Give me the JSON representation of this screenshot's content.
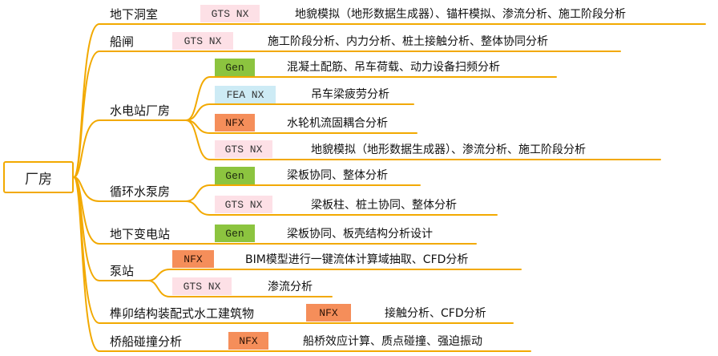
{
  "root": {
    "label": "厂房"
  },
  "colors": {
    "wire": "#f2a900",
    "gts": "#fde0e6",
    "gen": "#8cc43f",
    "fea": "#cdebf5",
    "nfx": "#f58e5a"
  },
  "branches": [
    {
      "label": "地下洞室",
      "items": [
        {
          "tag": "GTS NX",
          "text": "地貌模拟（地形数据生成器）、锚杆模拟、渗流分析、施工阶段分析"
        }
      ]
    },
    {
      "label": "船闸",
      "items": [
        {
          "tag": "GTS NX",
          "text": "施工阶段分析、内力分析、桩土接触分析、整体协同分析"
        }
      ]
    },
    {
      "label": "水电站厂房",
      "items": [
        {
          "tag": "Gen",
          "text": "混凝土配筋、吊车荷载、动力设备扫频分析"
        },
        {
          "tag": "FEA NX",
          "text": "吊车梁疲劳分析"
        },
        {
          "tag": "NFX",
          "text": "水轮机流固耦合分析"
        },
        {
          "tag": "GTS NX",
          "text": "地貌模拟（地形数据生成器）、渗流分析、施工阶段分析"
        }
      ]
    },
    {
      "label": "循环水泵房",
      "items": [
        {
          "tag": "Gen",
          "text": "梁板协同、整体分析"
        },
        {
          "tag": "GTS NX",
          "text": "梁板柱、桩土协同、整体分析"
        }
      ]
    },
    {
      "label": "地下变电站",
      "items": [
        {
          "tag": "Gen",
          "text": "梁板协同、板壳结构分析设计"
        }
      ]
    },
    {
      "label": "泵站",
      "items": [
        {
          "tag": "NFX",
          "text": "BIM模型进行一键流体计算域抽取、CFD分析"
        },
        {
          "tag": "GTS NX",
          "text": "渗流分析"
        }
      ]
    },
    {
      "label": "榫卯结构装配式水工建筑物",
      "items": [
        {
          "tag": "NFX",
          "text": "接触分析、CFD分析"
        }
      ]
    },
    {
      "label": "桥船碰撞分析",
      "items": [
        {
          "tag": "NFX",
          "text": "船桥效应计算、质点碰撞、强迫振动"
        }
      ]
    }
  ]
}
